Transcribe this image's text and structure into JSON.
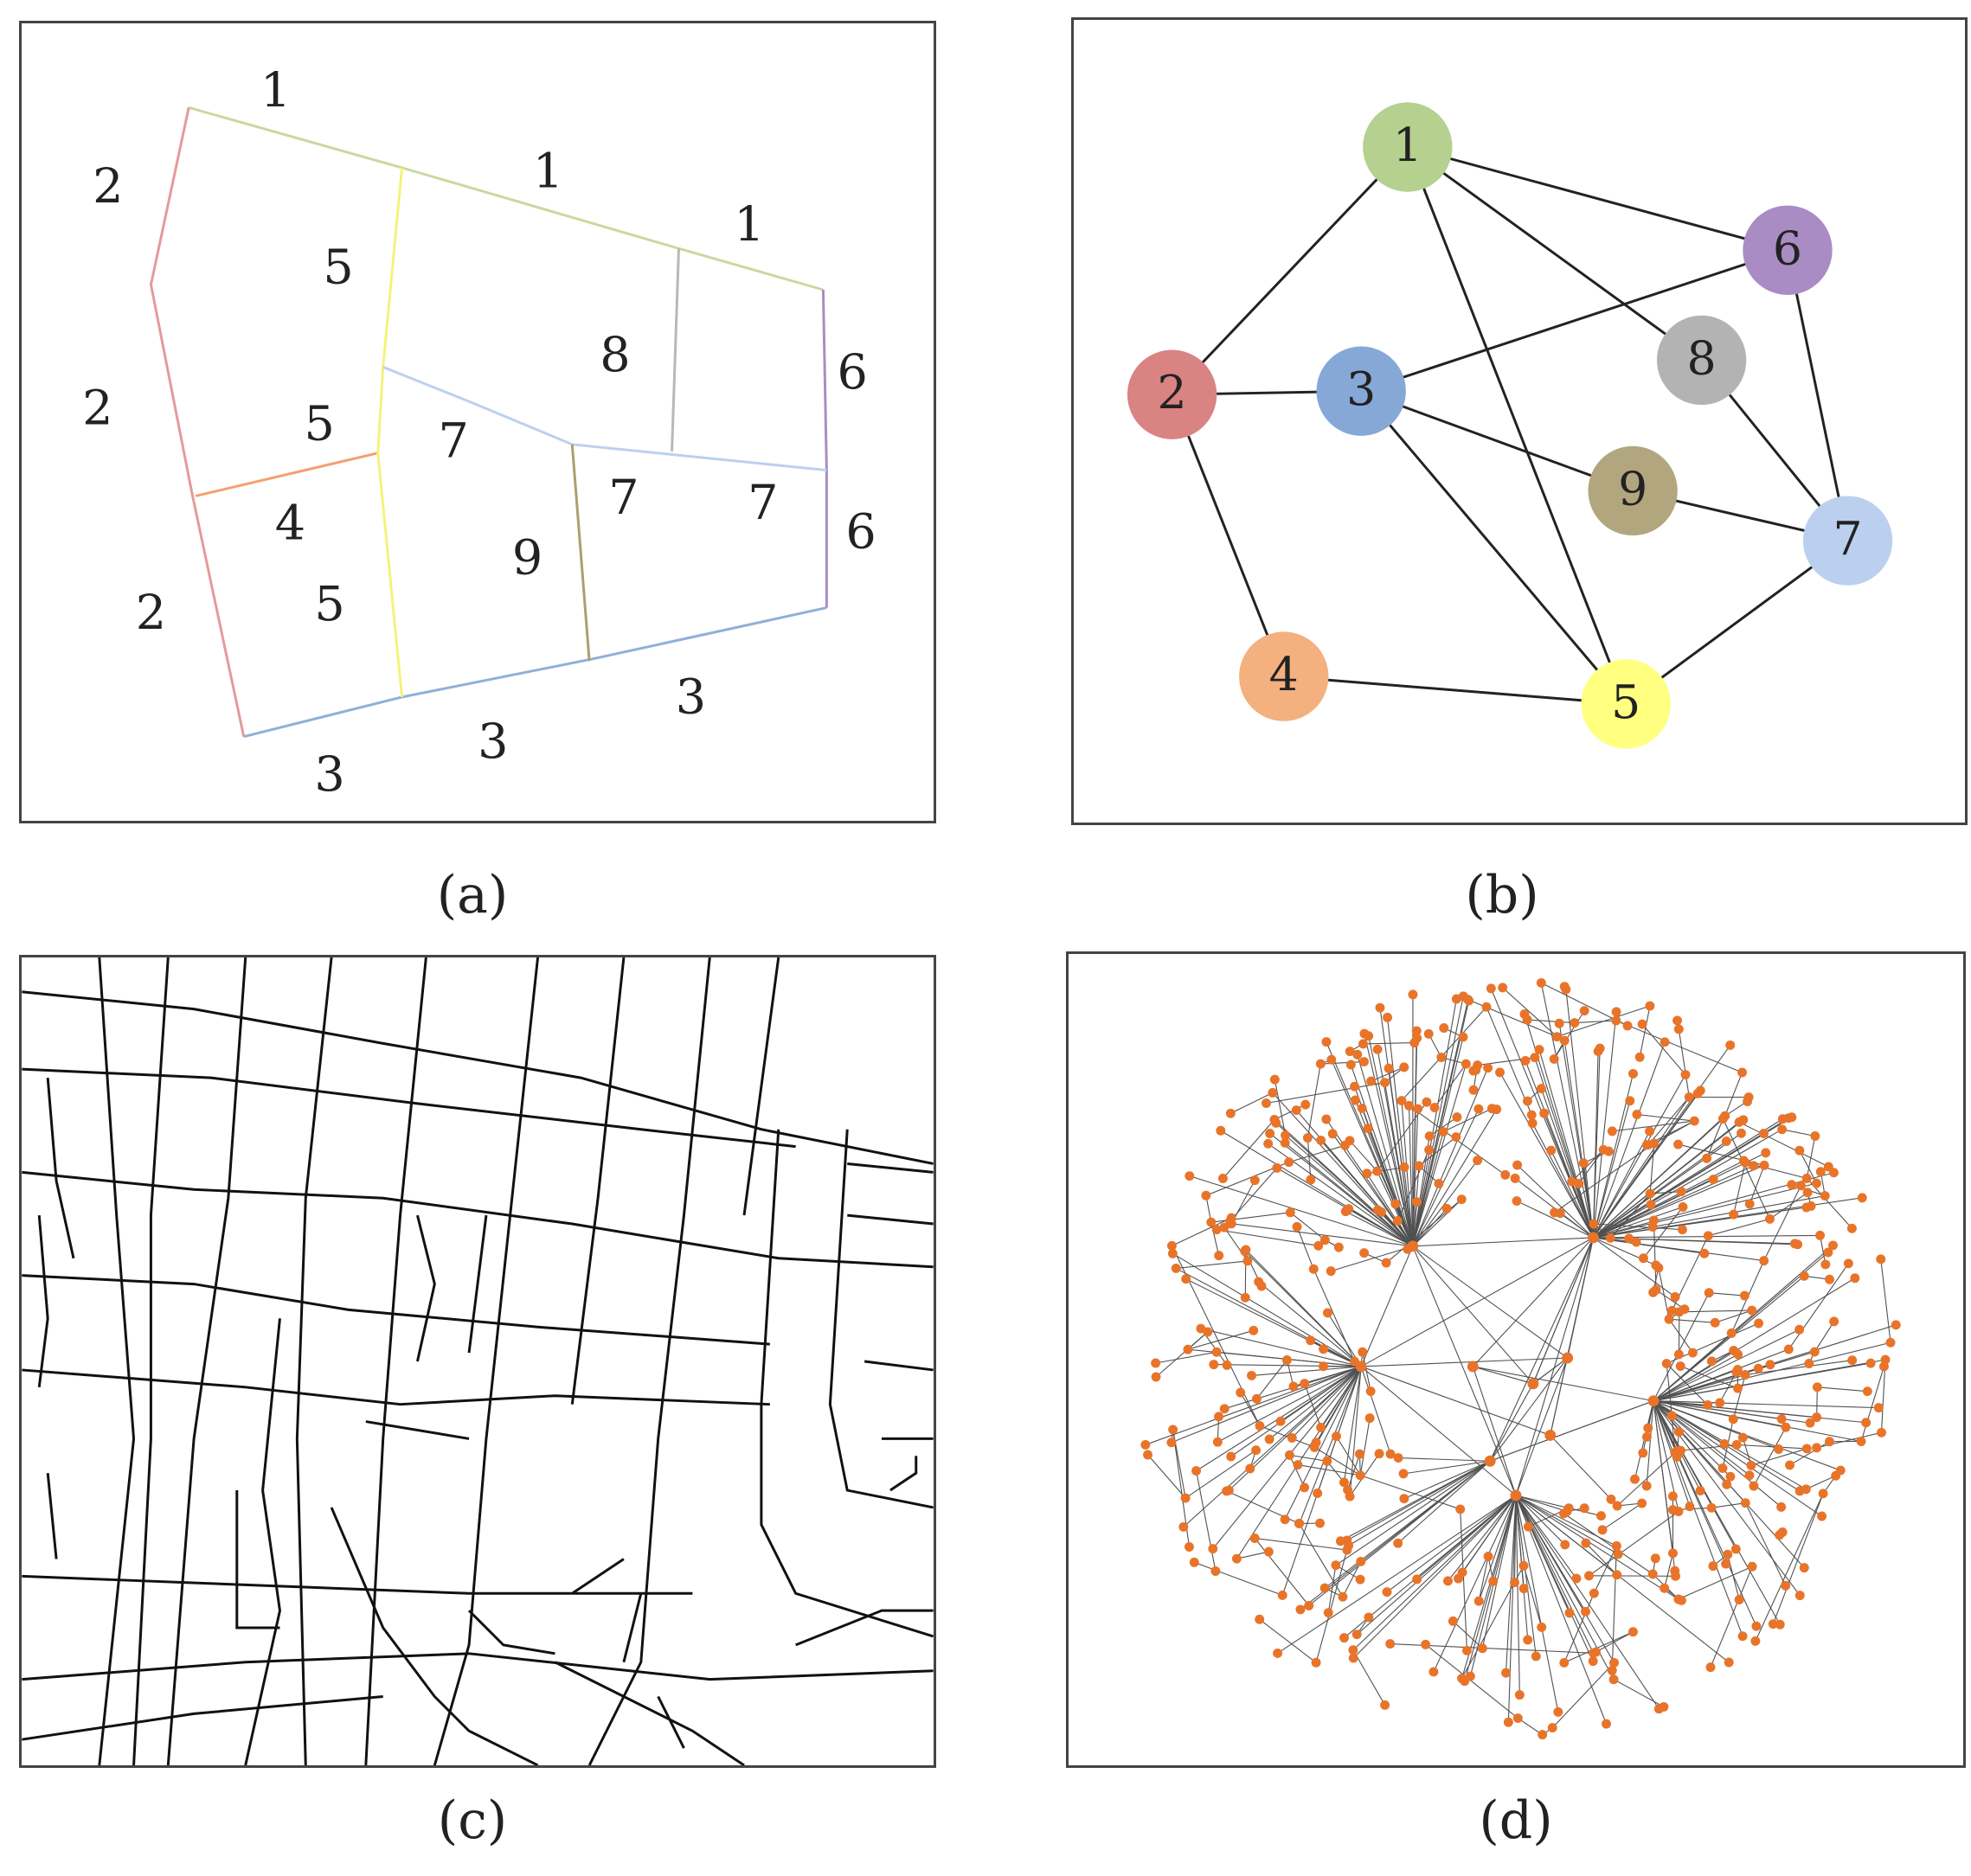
{
  "captions": {
    "a": "(a)",
    "b": "(b)",
    "c": "(c)",
    "d": "(d)"
  },
  "panel_a": {
    "labels": [
      {
        "id": "l1",
        "text": "1"
      },
      {
        "id": "l2",
        "text": "1"
      },
      {
        "id": "l3",
        "text": "1"
      },
      {
        "id": "l4",
        "text": "2"
      },
      {
        "id": "l5",
        "text": "2"
      },
      {
        "id": "l6",
        "text": "2"
      },
      {
        "id": "l7",
        "text": "5"
      },
      {
        "id": "l8",
        "text": "5"
      },
      {
        "id": "l9",
        "text": "5"
      },
      {
        "id": "l10",
        "text": "4"
      },
      {
        "id": "l11",
        "text": "8"
      },
      {
        "id": "l12",
        "text": "7"
      },
      {
        "id": "l13",
        "text": "7"
      },
      {
        "id": "l14",
        "text": "7"
      },
      {
        "id": "l15",
        "text": "9"
      },
      {
        "id": "l16",
        "text": "6"
      },
      {
        "id": "l17",
        "text": "6"
      },
      {
        "id": "l18",
        "text": "3"
      },
      {
        "id": "l19",
        "text": "3"
      },
      {
        "id": "l20",
        "text": "3"
      }
    ]
  },
  "panel_b": {
    "nodes": [
      {
        "label": "1",
        "color": "#b5d08f"
      },
      {
        "label": "2",
        "color": "#d98383"
      },
      {
        "label": "3",
        "color": "#86a8d6"
      },
      {
        "label": "4",
        "color": "#f4b07e"
      },
      {
        "label": "5",
        "color": "#ffff80"
      },
      {
        "label": "6",
        "color": "#a98cc4"
      },
      {
        "label": "7",
        "color": "#bad0ee"
      },
      {
        "label": "8",
        "color": "#b3b3b3"
      },
      {
        "label": "9",
        "color": "#b1a67e"
      }
    ],
    "edges": [
      [
        "1",
        "2"
      ],
      [
        "1",
        "6"
      ],
      [
        "1",
        "8"
      ],
      [
        "1",
        "5"
      ],
      [
        "2",
        "3"
      ],
      [
        "2",
        "4"
      ],
      [
        "3",
        "6"
      ],
      [
        "3",
        "9"
      ],
      [
        "3",
        "5"
      ],
      [
        "4",
        "5"
      ],
      [
        "5",
        "7"
      ],
      [
        "6",
        "7"
      ],
      [
        "8",
        "7"
      ],
      [
        "9",
        "7"
      ]
    ]
  },
  "panel_d": {
    "node_color": "#e8742a",
    "edge_color": "#333333"
  },
  "colors": {
    "segment_1": "#c9d9a0",
    "segment_2": "#e49a9a",
    "segment_3": "#8fb0d8",
    "segment_4": "#f2a070",
    "segment_5": "#f5f27a",
    "segment_6": "#a98cc4",
    "segment_7": "#bcd0ee",
    "segment_8": "#b8b8b8",
    "segment_9": "#a9a070"
  }
}
